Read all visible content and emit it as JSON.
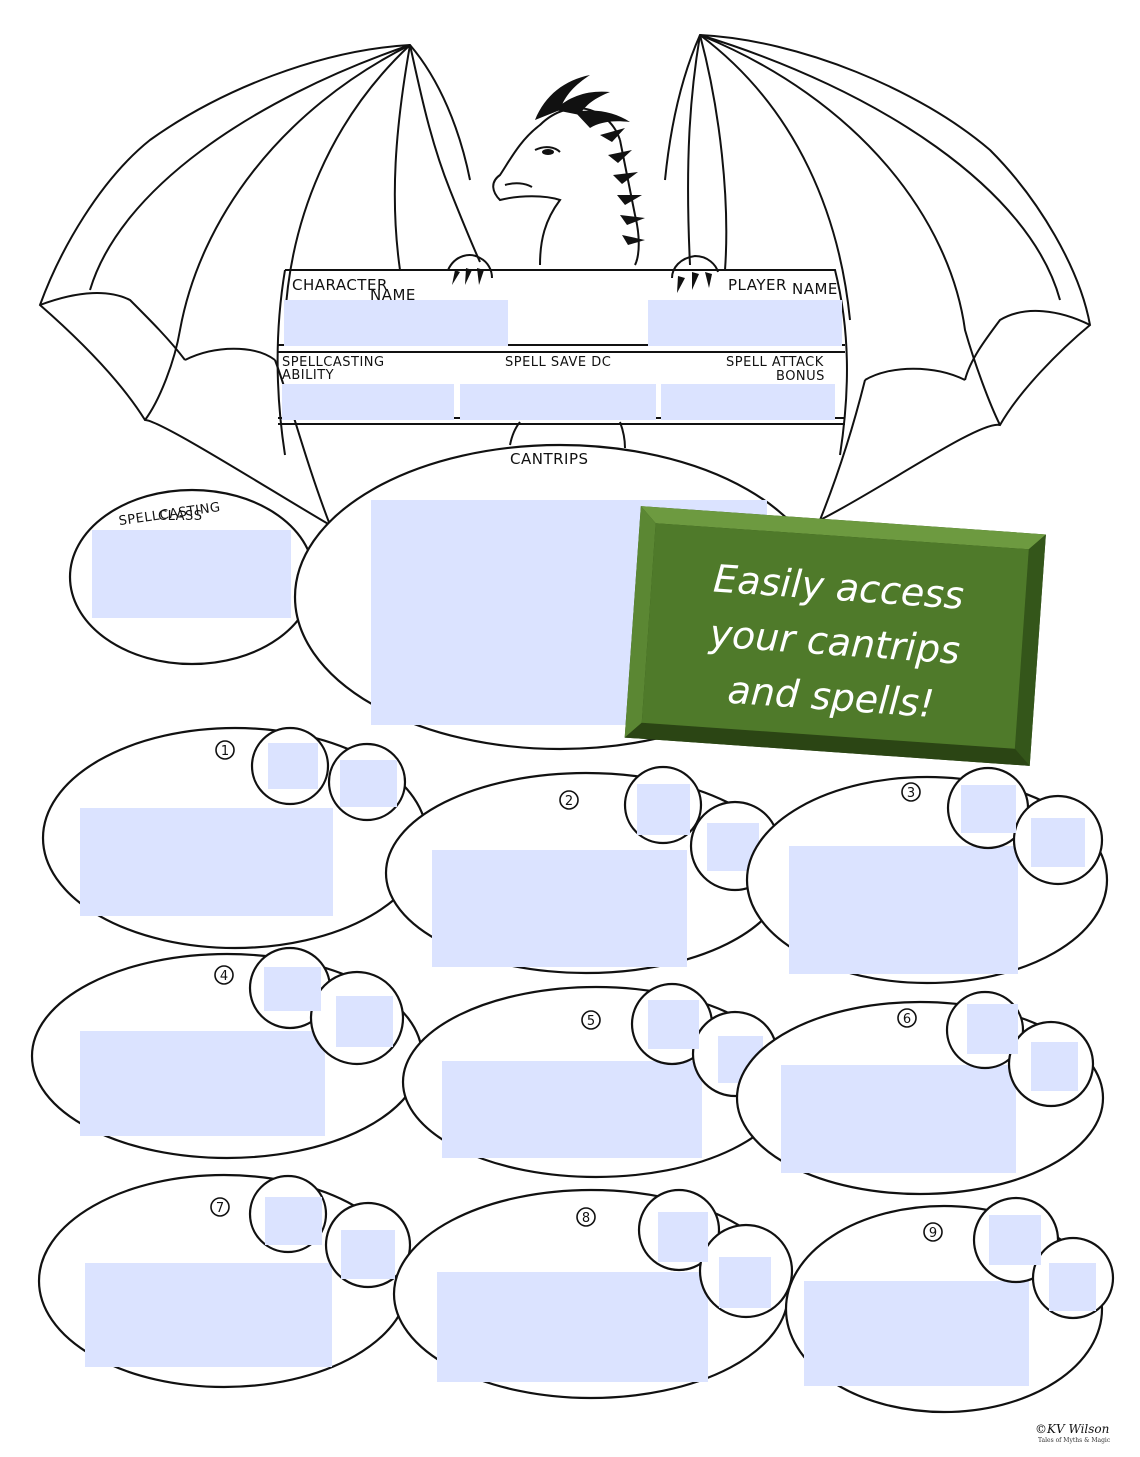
{
  "header": {
    "character_name_label": [
      "CHARACTER",
      "NAME"
    ],
    "player_name_label": [
      "PLAYER",
      "NAME"
    ],
    "spellcasting_ability_label": [
      "SPELLCASTING",
      "ABILITY"
    ],
    "spell_save_dc_label": "SPELL SAVE DC",
    "spell_attack_bonus_label": [
      "SPELL ATTACK",
      "BONUS"
    ]
  },
  "cantrips_label": "CANTRIPS",
  "spellcasting_class_label": [
    "SPELLCASTING",
    "CLASS"
  ],
  "spell_levels": [
    "1",
    "2",
    "3",
    "4",
    "5",
    "6",
    "7",
    "8",
    "9"
  ],
  "banner": {
    "lines": [
      "Easily access",
      "your cantrips",
      "and spells!"
    ],
    "color": "#4f7a2a",
    "border_color": "#2f4d17"
  },
  "field_color": "#dbe3ff",
  "signature": {
    "text": "©KV Wilson",
    "subtitle": "Tales of Myths & Magic"
  }
}
